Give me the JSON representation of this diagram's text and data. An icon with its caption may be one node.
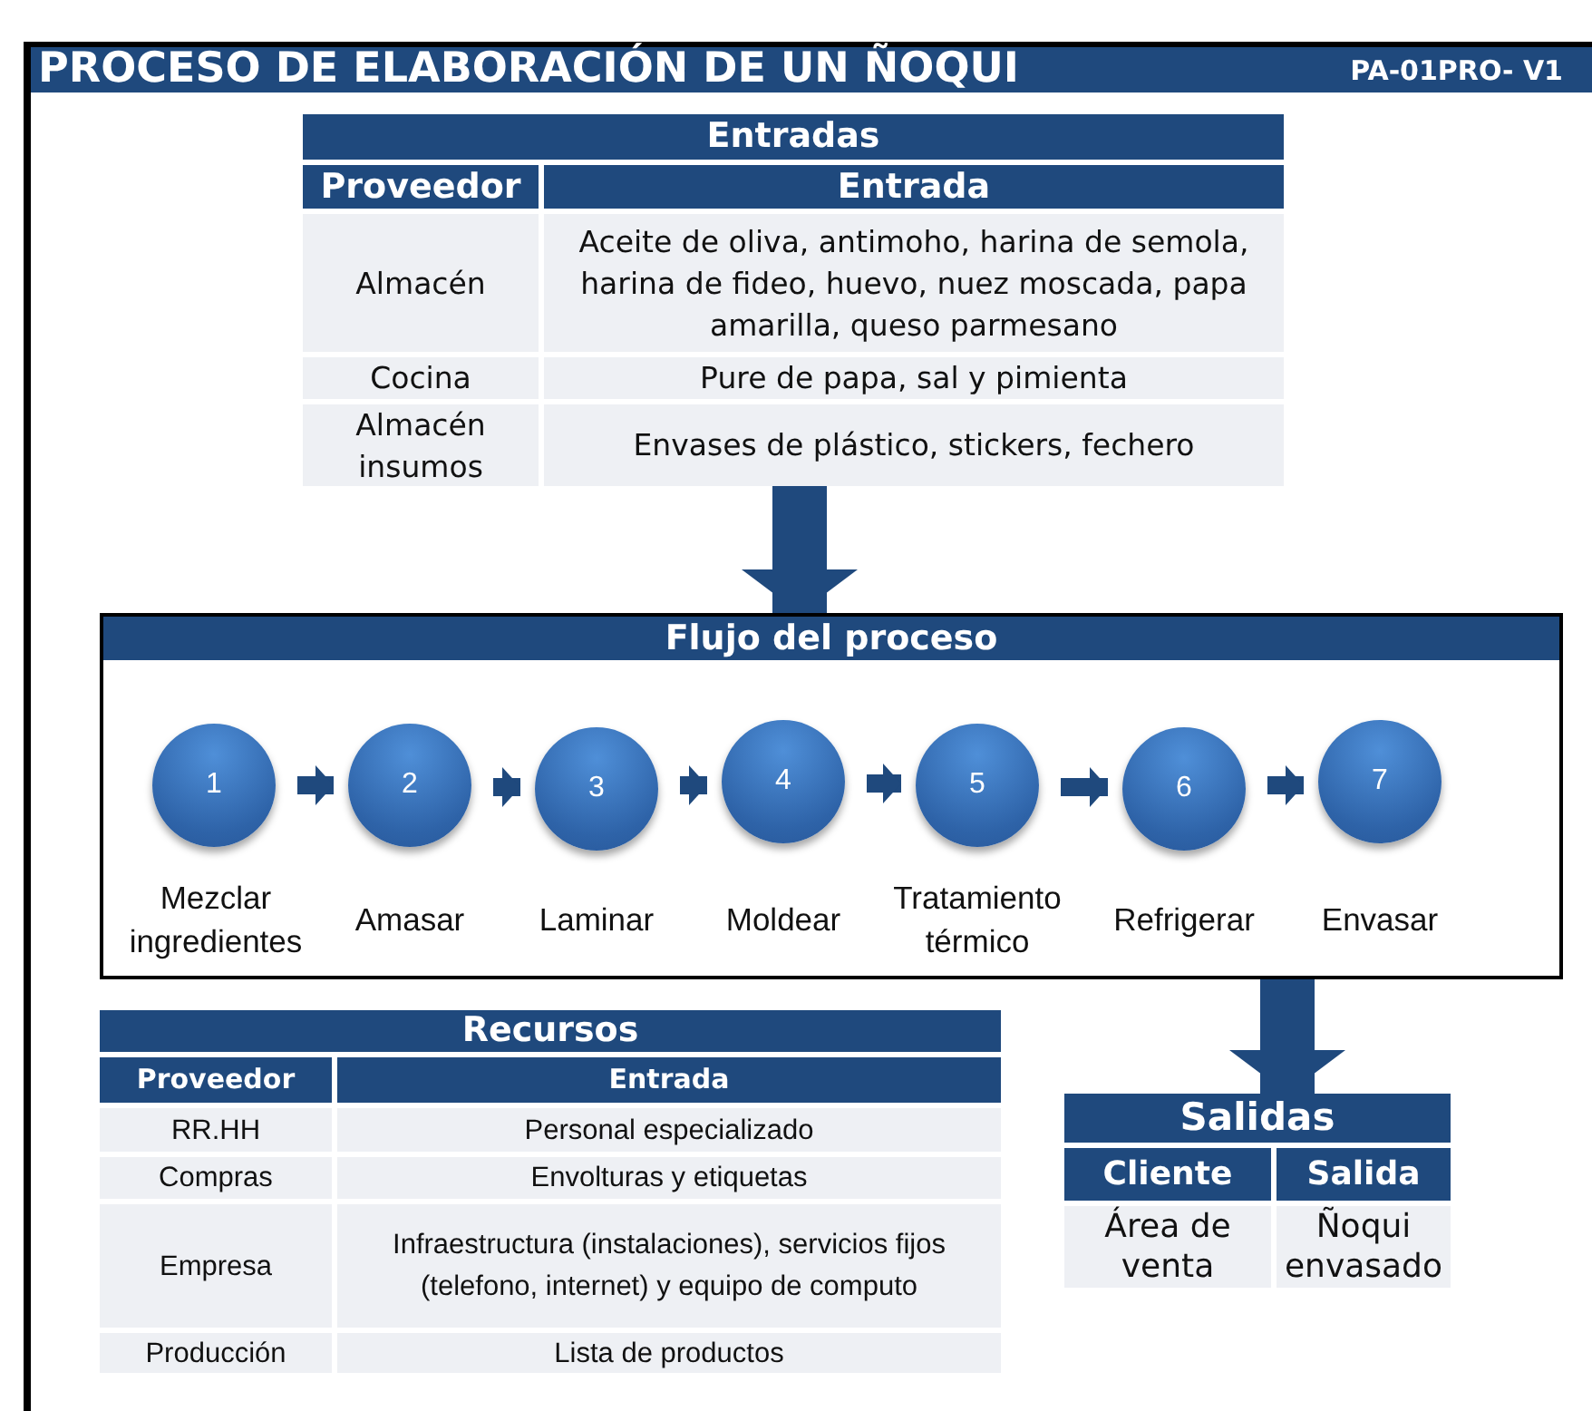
{
  "diagram": {
    "title": "PROCESO DE ELABORACIÓN DE UN ÑOQUI",
    "nodes": [
      {
        "text": [
          "Entradas",
          "Proveedor",
          "Entrada",
          "Almacén",
          "Aceite de oliva, antimoho, harina de semola, harina de fideo, huevo, nuez moscada, papa amarilla, queso parmesano",
          "Cocina",
          "Pure de papa, sal y pimienta",
          "Almacén insumos",
          "Envases de plástico, stickers, fechero"
        ]
      },
      {
        "text": [
          "Flujo del proceso"
        ]
      },
      {
        "text": [
          "1"
        ],
        "in": 1,
        "beside": [
          "Mezclar ingredientes"
        ]
      },
      {
        "text": [
          "2"
        ],
        "in": 1,
        "beside": [
          "Amasar"
        ]
      },
      {
        "text": [
          "3"
        ],
        "in": 1,
        "beside": [
          "Laminar"
        ]
      },
      {
        "text": [
          "4"
        ],
        "in": 1,
        "beside": [
          "Moldear"
        ]
      },
      {
        "text": [
          "5"
        ],
        "in": 1,
        "beside": [
          "Tratamiento térmico"
        ]
      },
      {
        "text": [
          "6"
        ],
        "in": 1,
        "beside": [
          "Refrigerar"
        ]
      },
      {
        "text": [
          "7"
        ],
        "in": 1,
        "beside": [
          "Envasar"
        ]
      },
      {
        "text": [
          "Recursos",
          "Proveedor",
          "Entrada",
          "RR.HH",
          "Personal especializado",
          "Compras",
          "Envolturas y etiquetas",
          "Empresa",
          "Infraestructura (instalaciones), servicios fijos (telefono, internet) y equipo de computo",
          "Producción",
          "Lista de productos"
        ]
      },
      {
        "text": [
          "Salidas",
          "Cliente",
          "Salida",
          "Área de venta",
          "Ñoqui envasado"
        ]
      }
    ],
    "edges": [
      {
        "from": 0,
        "to": 1,
        "arrow": "to",
        "style": "thick"
      },
      {
        "from": 2,
        "to": 3,
        "arrow": "to"
      },
      {
        "from": 3,
        "to": 4,
        "arrow": "to"
      },
      {
        "from": 4,
        "to": 5,
        "arrow": "to"
      },
      {
        "from": 5,
        "to": 6,
        "arrow": "to"
      },
      {
        "from": 6,
        "to": 7,
        "arrow": "to"
      },
      {
        "from": 7,
        "to": 8,
        "arrow": "to"
      },
      {
        "from": 1,
        "to": 10,
        "arrow": "to",
        "style": "thick"
      }
    ],
    "labels": [
      "PA-01PRO- V1"
    ]
  }
}
